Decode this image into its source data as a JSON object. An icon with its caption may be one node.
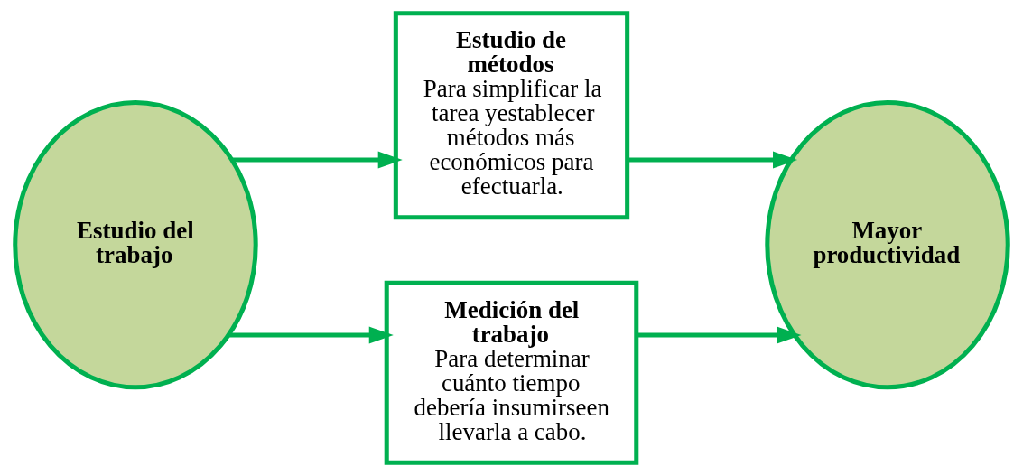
{
  "diagram": {
    "nodes": [
      {
        "text": [
          "Estudio del trabajo"
        ]
      },
      {
        "text": [
          "Estudio de métodos",
          "Para simplificar la tarea yestablecer métodos más económicos para efectuarla."
        ]
      },
      {
        "text": [
          "Medición del trabajo",
          "Para determinar cuánto tiempo debería insumirseen llevarla a cabo."
        ]
      },
      {
        "text": [
          "Mayor productividad"
        ]
      }
    ],
    "edges": [
      {
        "from": 0,
        "to": 1,
        "arrow": "to"
      },
      {
        "from": 0,
        "to": 2,
        "arrow": "to"
      },
      {
        "from": 1,
        "to": 3,
        "arrow": "to"
      },
      {
        "from": 2,
        "to": 3,
        "arrow": "to"
      }
    ]
  }
}
